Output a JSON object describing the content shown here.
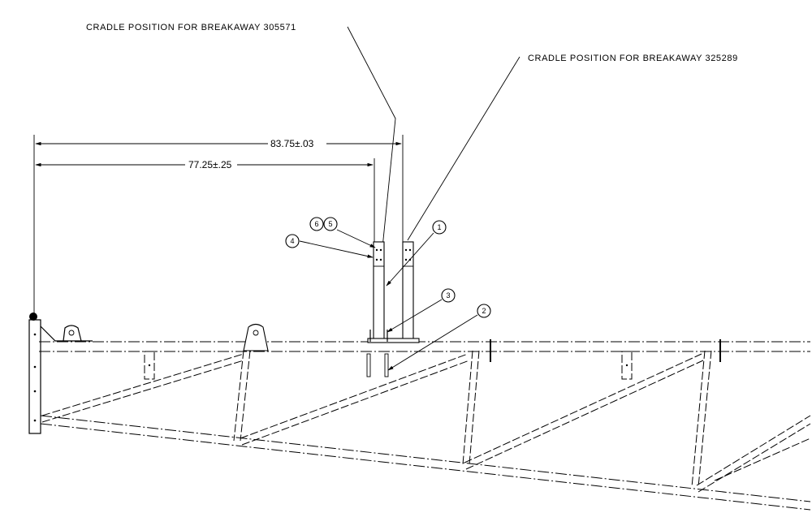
{
  "callouts": {
    "cradle_305571": "CRADLE POSITION FOR BREAKAWAY 305571",
    "cradle_325289": "CRADLE POSITION FOR BREAKAWAY 325289"
  },
  "dimensions": {
    "outer": "83.75±.03",
    "inner": "77.25±.25"
  },
  "balloons": [
    "1",
    "2",
    "3",
    "4",
    "5",
    "6"
  ]
}
